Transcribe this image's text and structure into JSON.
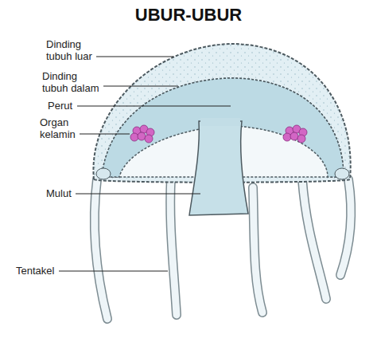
{
  "diagram": {
    "title": "UBUR-UBUR",
    "labels": [
      "Dinding tubuh luar",
      "Dinding tubuh dalam",
      "Perut",
      "Organ kelamin",
      "Mulut",
      "Tentakel"
    ]
  }
}
